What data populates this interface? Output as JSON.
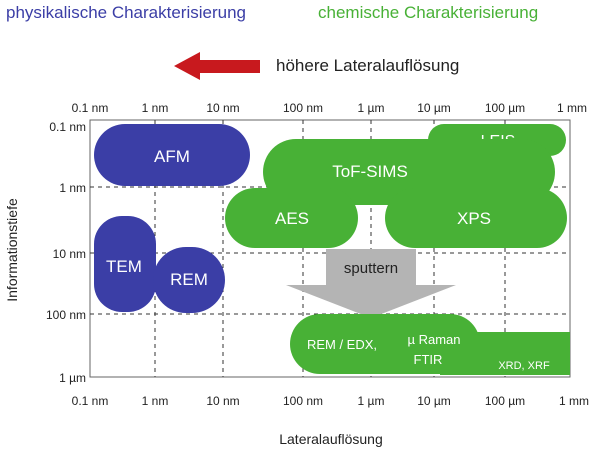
{
  "header": {
    "physical": "physikalische Charakterisierung",
    "chemical": "chemische Charakterisierung"
  },
  "arrow_label": "höhere Lateralauflösung",
  "axes": {
    "x_title": "Lateralauflösung",
    "y_title": "Informationstiefe",
    "x_ticks": [
      "0.1 nm",
      "1 nm",
      "10 nm",
      "100 nm",
      "1 µm",
      "10 µm",
      "100 µm",
      "1 mm"
    ],
    "y_ticks": [
      "0.1 nm",
      "1 nm",
      "10 nm",
      "100 nm",
      "1 µm"
    ]
  },
  "methods": {
    "afm": "AFM",
    "tem": "TEM",
    "rem": "REM",
    "tofsims": "ToF-SIMS",
    "leis": "LEIS",
    "aes": "AES",
    "xps": "XPS",
    "sputtern": "sputtern",
    "rem_edx": "REM / EDX,",
    "raman": "µ Raman",
    "ftir": "FTIR",
    "xrd": "XRD, XRF"
  },
  "colors": {
    "physical": "#3b3ea6",
    "chemical": "#48b136",
    "arrow": "#c8191e",
    "sputter_arrow": "#b4b4b4"
  }
}
